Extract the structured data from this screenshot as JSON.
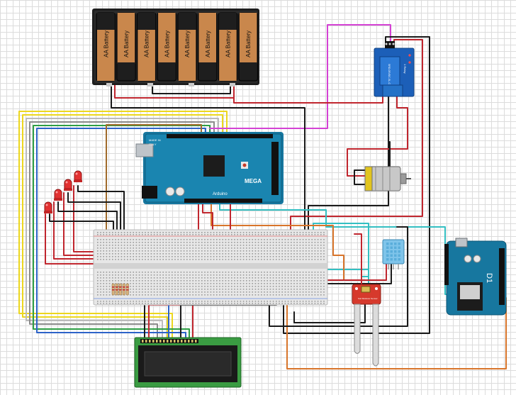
{
  "battery_pack": {
    "battery_label": "AA Battery",
    "count": 8
  },
  "arduino_mega": {
    "brand_label": "Arduino",
    "model_label": "MEGA",
    "small_labels": [
      "MADE IN",
      "ITALY"
    ]
  },
  "relay_module": {
    "model_label": "SRD-05VDC-SL-C",
    "small_label": "1 Relay"
  },
  "wemos_board": {
    "label": "D1"
  },
  "dht_sensor": {},
  "soil_sensor": {
    "label": "Soil Moisture Sensor"
  },
  "lcd": {},
  "motor": {},
  "leds": {
    "count": 4
  },
  "wire_colors": {
    "red": "#c0262e",
    "black": "#1a1a1a",
    "yellow": "#ecd71f",
    "orange": "#d8752b",
    "cyan": "#34bfc2",
    "magenta": "#d442d4",
    "green": "#2e9e45",
    "blue": "#2d63c8",
    "brown": "#a06b2b",
    "gray": "#8a8a8a",
    "white": "#f4f4f4"
  },
  "board_colors": {
    "arduino": "#17779f",
    "relay": "#1c5fb8",
    "dht": "#7fc4ea",
    "soil": "#d6392c",
    "lcd": "#3a9c42",
    "led": "#e23131"
  }
}
